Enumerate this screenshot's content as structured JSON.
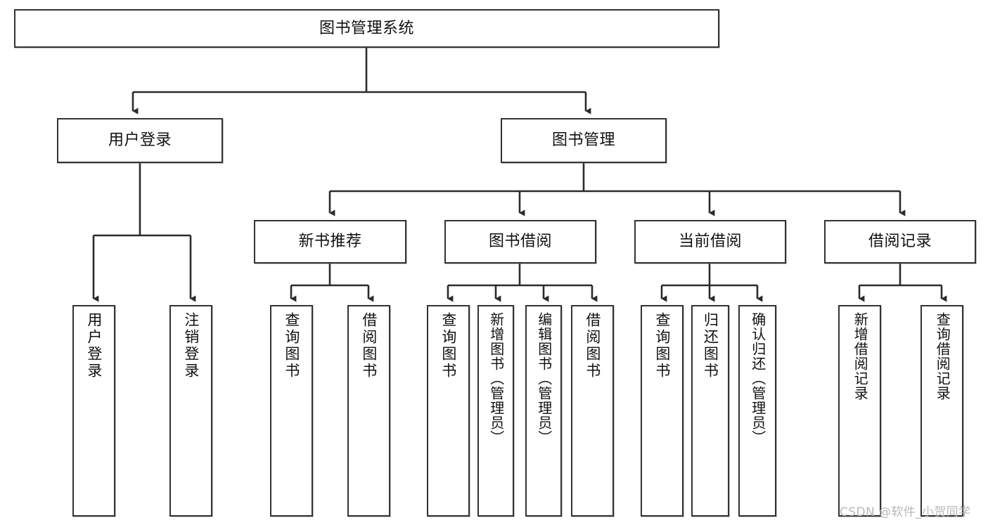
{
  "diagram": {
    "title": "图书管理系统",
    "type": "tree-hierarchy-chart",
    "root": {
      "label": "图书管理系统"
    },
    "level2": [
      {
        "label": "用户登录"
      },
      {
        "label": "图书管理"
      }
    ],
    "level3": [
      {
        "label": "新书推荐"
      },
      {
        "label": "图书借阅"
      },
      {
        "label": "当前借阅"
      },
      {
        "label": "借阅记录"
      }
    ],
    "leaves": {
      "user_login": [
        {
          "label": "用户登录"
        },
        {
          "label": "注销登录"
        }
      ],
      "new_book_recommend": [
        {
          "label": "查询图书"
        },
        {
          "label": "借阅图书"
        }
      ],
      "book_borrow": [
        {
          "label": "查询图书"
        },
        {
          "label": "新增图书（管理员）"
        },
        {
          "label": "编辑图书（管理员）"
        },
        {
          "label": "借阅图书"
        }
      ],
      "current_borrow": [
        {
          "label": "查询图书"
        },
        {
          "label": "归还图书"
        },
        {
          "label": "确认归还（管理员）"
        }
      ],
      "borrow_record": [
        {
          "label": "新增借阅记录"
        },
        {
          "label": "查询借阅记录"
        }
      ]
    }
  },
  "watermark": {
    "text": "CSDN @软件_小贺同学"
  },
  "colors": {
    "border": "#333333",
    "background": "#ffffff",
    "text": "#111111",
    "watermark": "#b9b9b9"
  }
}
